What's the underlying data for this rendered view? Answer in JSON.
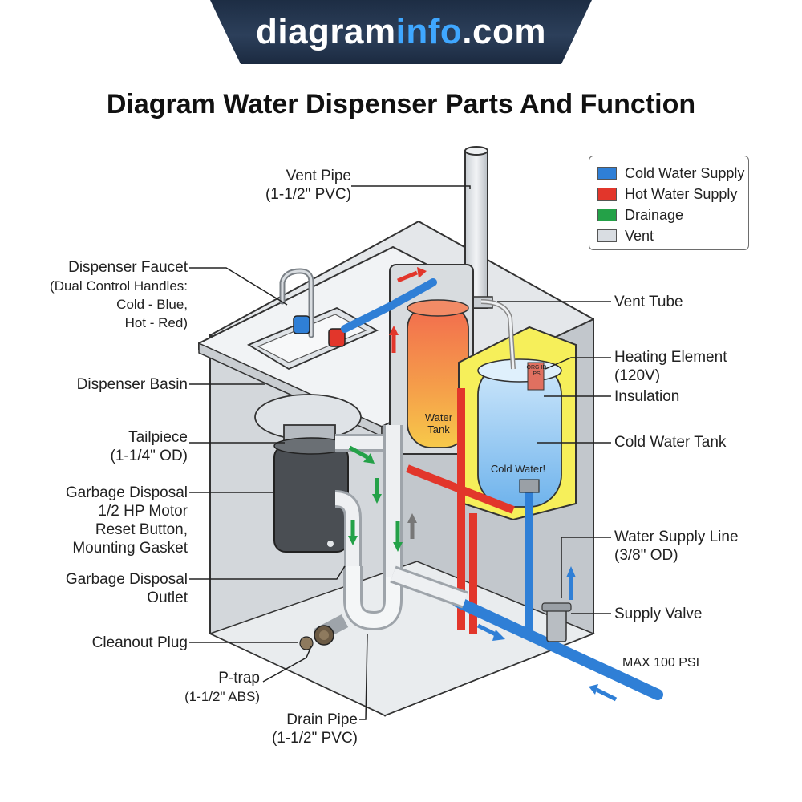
{
  "banner": {
    "brand_main": "diagram",
    "brand_accent": "info",
    "brand_suffix": ".com"
  },
  "title": "Diagram Water Dispenser Parts And Function",
  "legend": [
    {
      "label": "Cold Water Supply",
      "color": "#2f7fd6"
    },
    {
      "label": "Hot Water Supply",
      "color": "#e2362b"
    },
    {
      "label": "Drainage",
      "color": "#24a148"
    },
    {
      "label": "Vent",
      "color": "#d9dde2"
    }
  ],
  "labels": {
    "vent_pipe": {
      "line1": "Vent Pipe",
      "line2": "(1-1/2\" PVC)"
    },
    "dispenser_faucet": {
      "line1": "Dispenser Faucet",
      "line2": "(Dual Control Handles:",
      "line3": "Cold - Blue,",
      "line4": "Hot - Red)"
    },
    "dispenser_basin": "Dispenser Basin",
    "tailpiece": {
      "line1": "Tailpiece",
      "line2": "(1-1/4\" OD)"
    },
    "garbage_disposal": {
      "line1": "Garbage Disposal",
      "line2": "1/2 HP Motor",
      "line3": "Reset Button,",
      "line4": "Mounting Gasket"
    },
    "garbage_disposal_outlet": {
      "line1": "Garbage Disposal",
      "line2": "Outlet"
    },
    "cleanout_plug": "Cleanout Plug",
    "p_trap": {
      "line1": "P-trap",
      "line2": "(1-1/2\" ABS)"
    },
    "drain_pipe": {
      "line1": "Drain Pipe",
      "line2": "(1-1/2\" PVC)"
    },
    "vent_tube": "Vent Tube",
    "heating_element": {
      "line1": "Heating Element",
      "line2": "(120V)"
    },
    "insulation": "Insulation",
    "cold_water_tank": "Cold Water Tank",
    "water_supply_line": {
      "line1": "Water Supply Line",
      "line2": "(3/8\" OD)"
    },
    "supply_valve": "Supply Valve",
    "max_psi": "MAX 100 PSI"
  },
  "tank_labels": {
    "water_tank": {
      "line1": "Water",
      "line2": "Tank"
    },
    "cold_water": "Cold Water!",
    "element_tag": "ORG ID PS"
  }
}
